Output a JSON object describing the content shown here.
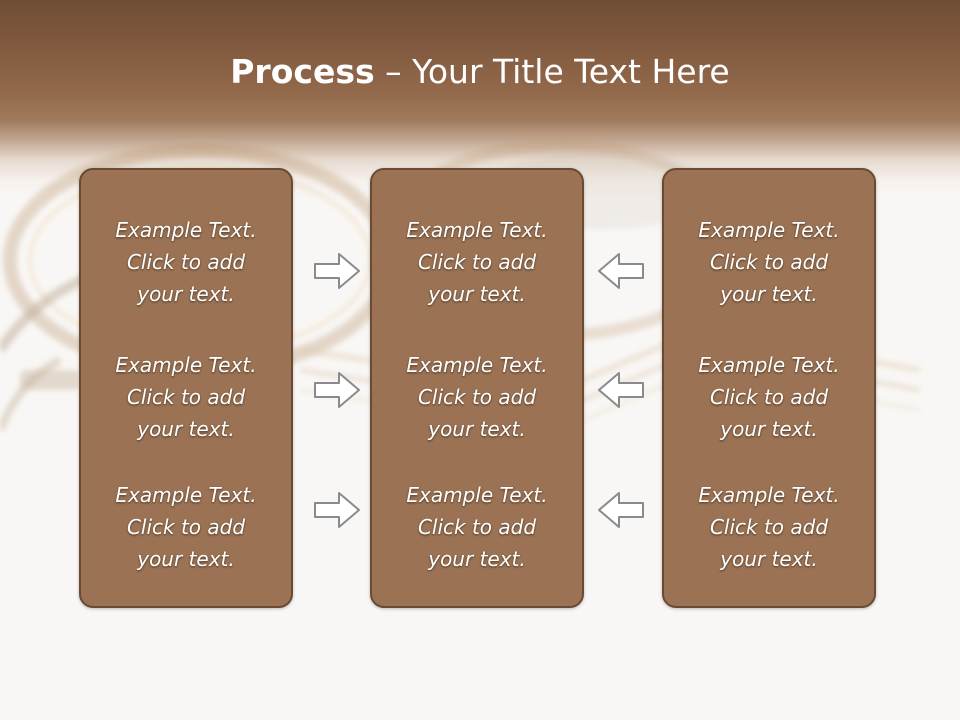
{
  "slide": {
    "title_bold": "Process",
    "title_rest": " – Your Title Text Here",
    "colors": {
      "header_dark": "#6e4d36",
      "panel_fill": "#9b7354",
      "panel_border": "#6a4a33",
      "arrow_stroke": "#8a8a8a",
      "text": "#ffffff"
    },
    "panels": [
      {
        "items": [
          {
            "line1": "Example Text.",
            "line2": "Click  to add",
            "line3": "your text."
          },
          {
            "line1": "Example Text.",
            "line2": "Click  to add",
            "line3": "your text."
          },
          {
            "line1": "Example Text.",
            "line2": "Click  to add",
            "line3": "your text."
          }
        ]
      },
      {
        "items": [
          {
            "line1": "Example Text.",
            "line2": "Click  to add",
            "line3": "your text."
          },
          {
            "line1": "Example Text.",
            "line2": "Click  to add",
            "line3": "your text."
          },
          {
            "line1": "Example Text.",
            "line2": "Click  to add",
            "line3": "your text."
          }
        ]
      },
      {
        "items": [
          {
            "line1": "Example Text.",
            "line2": "Click  to add",
            "line3": "your text."
          },
          {
            "line1": "Example Text.",
            "line2": "Click  to add",
            "line3": "your text."
          },
          {
            "line1": "Example Text.",
            "line2": "Click  to add",
            "line3": "your text."
          }
        ]
      }
    ],
    "arrows": {
      "left_column": [
        "arrow-right-icon",
        "arrow-right-icon",
        "arrow-right-icon"
      ],
      "right_column": [
        "arrow-left-icon",
        "arrow-left-icon",
        "arrow-left-icon"
      ]
    }
  }
}
